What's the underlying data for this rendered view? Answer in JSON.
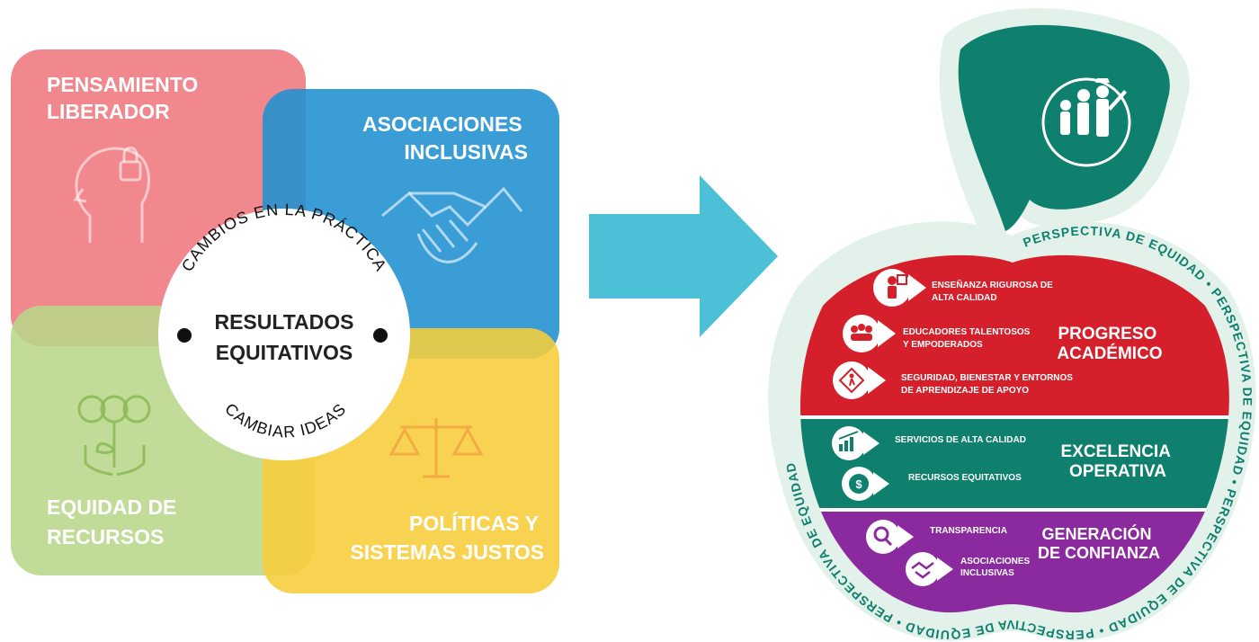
{
  "quadrants": {
    "top_left": "PENSAMIENTO LIBERADOR",
    "top_right": "ASOCIACIONES INCLUSIVAS",
    "bottom_left": "EQUIDAD DE RECURSOS",
    "bottom_right": "POLÍTICAS Y SISTEMAS JUSTOS"
  },
  "circle": {
    "arc_top": "CAMBIOS EN LA PRÁCTICA",
    "center_line1": "RESULTADOS",
    "center_line2": "EQUITATIVOS",
    "arc_bottom": "CAMBIAR IDEAS"
  },
  "apple": {
    "border_text": "PERSPECTIVA DE EQUIDAD",
    "sections": [
      {
        "title_line1": "PROGRESO",
        "title_line2": "ACADÉMICO",
        "items": [
          {
            "line1": "ENSEÑANZA RIGUROSA DE",
            "line2": "ALTA CALIDAD",
            "icon": "teacher-board-icon"
          },
          {
            "line1": "EDUCADORES TALENTOSOS",
            "line2": "Y EMPODERADOS",
            "icon": "group-star-icon"
          },
          {
            "line1": "SEGURIDAD, BIENESTAR Y ENTORNOS",
            "line2": "DE APRENDIZAJE DE APOYO",
            "icon": "crossing-sign-icon"
          }
        ]
      },
      {
        "title_line1": "EXCELENCIA",
        "title_line2": "OPERATIVA",
        "items": [
          {
            "line1": "SERVICIOS DE ALTA CALIDAD",
            "line2": "",
            "icon": "growth-chart-icon"
          },
          {
            "line1": "RECURSOS EQUITATIVOS",
            "line2": "",
            "icon": "dollar-coin-icon"
          }
        ]
      },
      {
        "title_line1": "GENERACIÓN",
        "title_line2": "DE CONFIANZA",
        "items": [
          {
            "line1": "TRANSPARENCIA",
            "line2": "",
            "icon": "magnifier-icon"
          },
          {
            "line1": "ASOCIACIONES",
            "line2": "INCLUSIVAS",
            "icon": "handshake-icon"
          }
        ]
      }
    ]
  },
  "colors": {
    "red_quad": "#ee7b82",
    "blue_quad": "#1f8fcf",
    "green_quad": "#b8d68a",
    "yellow_quad": "#f7cd3a",
    "arrow": "#4bc0d6",
    "apple_outline": "#e2f1ea",
    "apple_teal": "#0f7f6e",
    "apple_red": "#d51f2b",
    "apple_purple": "#8a2a9e"
  }
}
